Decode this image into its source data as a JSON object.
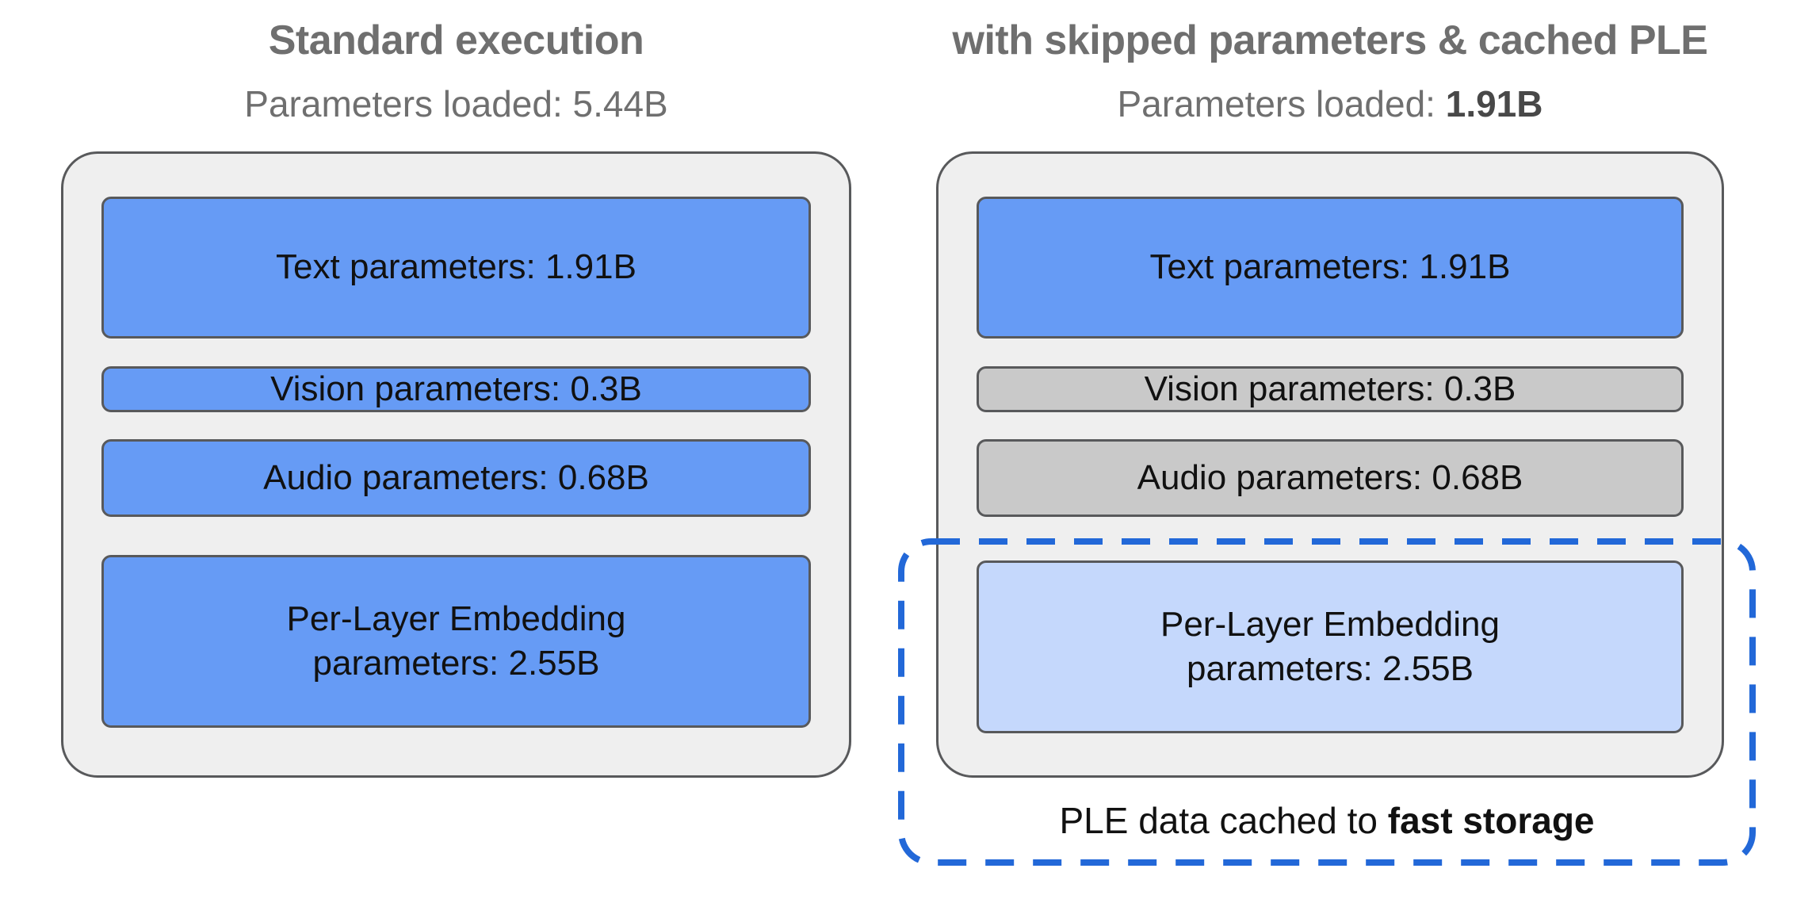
{
  "colors": {
    "box_blue": "#669BF5",
    "box_gray": "#C9C9C9",
    "box_light_blue": "#C5D8FC",
    "container_fill": "#EFEFEF",
    "border_gray": "#58595B",
    "dash_blue": "#2268D8",
    "title_gray": "#6F6F6F"
  },
  "left_panel": {
    "title": "Standard execution",
    "subtitle": "Parameters loaded: 5.44B",
    "boxes": {
      "text": {
        "label": "Text parameters: 1.91B"
      },
      "vision": {
        "label": "Vision parameters: 0.3B"
      },
      "audio": {
        "label": "Audio parameters: 0.68B"
      },
      "ple": {
        "label": "Per-Layer Embedding\nparameters: 2.55B"
      }
    }
  },
  "right_panel": {
    "title": "with skipped parameters & cached PLE",
    "subtitle_prefix": "Parameters loaded: ",
    "subtitle_value": "1.91B",
    "boxes": {
      "text": {
        "label": "Text parameters: 1.91B"
      },
      "vision": {
        "label": "Vision parameters: 0.3B"
      },
      "audio": {
        "label": "Audio parameters: 0.68B"
      },
      "ple": {
        "label": "Per-Layer Embedding\nparameters: 2.55B"
      }
    },
    "caption_prefix": "PLE data cached to ",
    "caption_bold": "fast storage"
  }
}
